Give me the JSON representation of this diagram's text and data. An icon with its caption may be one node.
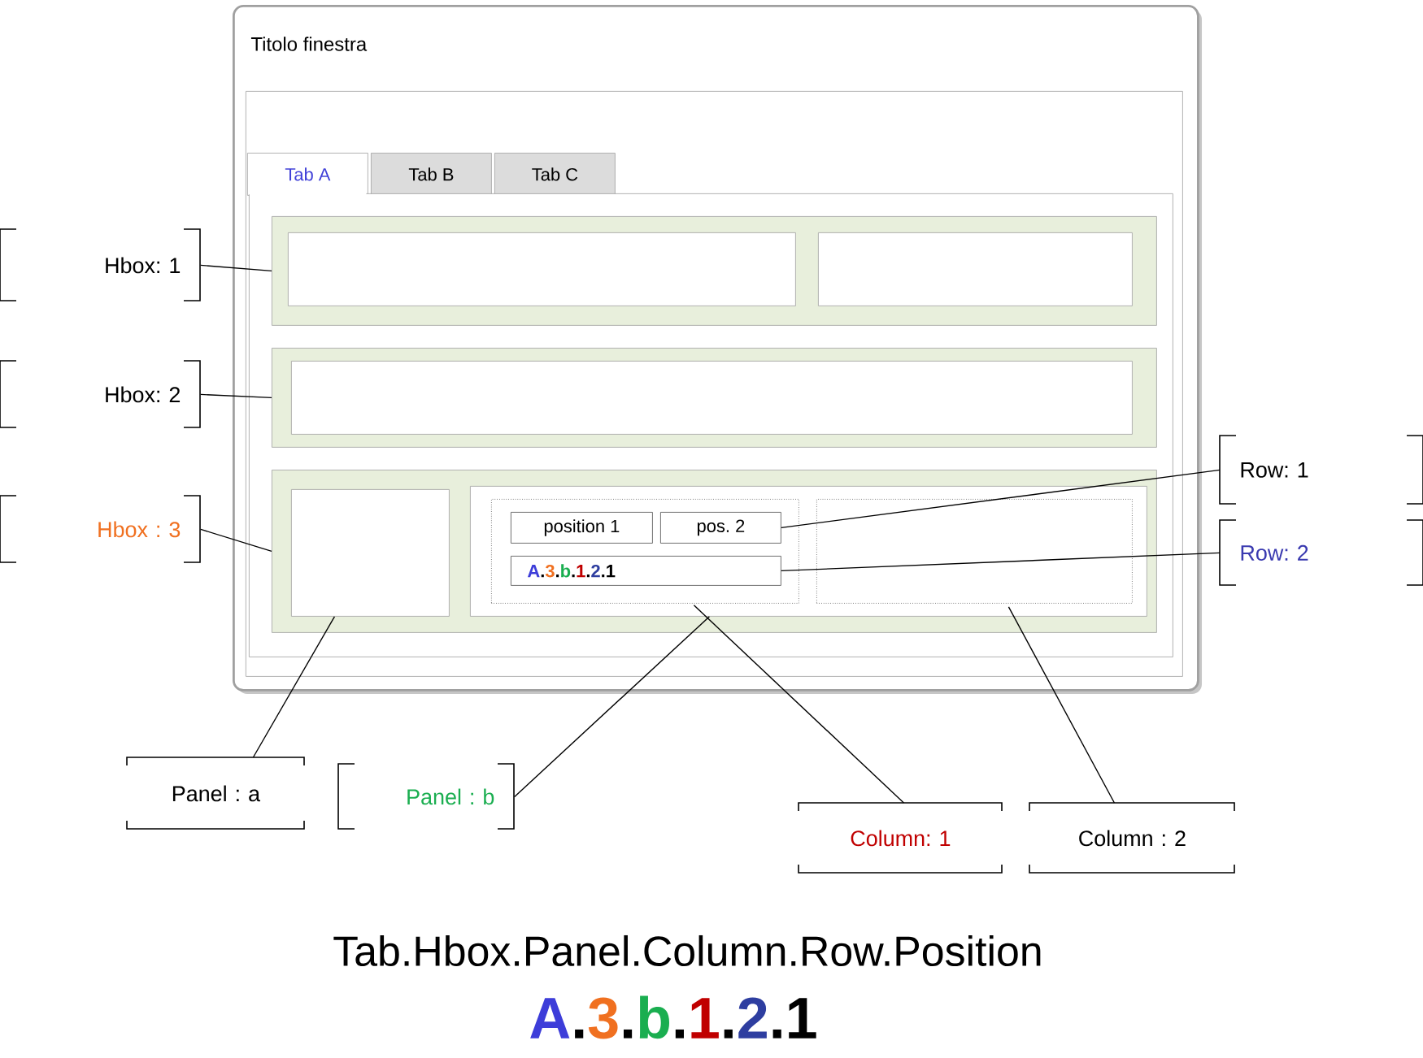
{
  "diagram": {
    "nodes": [
      {
        "text": [
          "Titolo finestra"
        ]
      },
      {
        "text": [],
        "shape": "box",
        "in": 0
      },
      {
        "text": [
          "Tab A"
        ],
        "in": 1
      },
      {
        "text": [
          "Tab B"
        ],
        "in": 1
      },
      {
        "text": [
          "Tab C"
        ],
        "in": 1
      },
      {
        "text": [],
        "shape": "box",
        "in": 1
      },
      {
        "text": [],
        "shape": "box",
        "in": 5
      },
      {
        "text": [],
        "shape": "box",
        "in": 6
      },
      {
        "text": [],
        "shape": "box",
        "in": 6
      },
      {
        "text": [],
        "shape": "box",
        "in": 5
      },
      {
        "text": [],
        "shape": "box",
        "in": 9
      },
      {
        "text": [],
        "shape": "box",
        "in": 5
      },
      {
        "text": [],
        "shape": "box",
        "in": 11
      },
      {
        "text": [],
        "shape": "box",
        "in": 11
      },
      {
        "text": [],
        "shape": "box",
        "in": 13
      },
      {
        "text": [],
        "shape": "box",
        "in": 13
      },
      {
        "text": [
          "position 1"
        ],
        "in": 14
      },
      {
        "text": [
          "pos. 2"
        ],
        "in": 14
      },
      {
        "text": [
          "A.3.b.1.2.1"
        ],
        "in": 14
      },
      {
        "text": [
          "Hbox: 1"
        ]
      },
      {
        "text": [
          "Hbox: 2"
        ]
      },
      {
        "text": [
          "Row: 1"
        ]
      },
      {
        "text": [
          "Row: 2"
        ]
      },
      {
        "text": [
          "Hbox : 3"
        ]
      },
      {
        "text": [
          "Panel : a"
        ]
      },
      {
        "text": [
          "Panel : b"
        ]
      },
      {
        "text": [
          "Column: 1"
        ]
      },
      {
        "text": [
          "Column : 2"
        ]
      }
    ],
    "edges": [
      {
        "from": 19,
        "to": 6,
        "arrow": "none"
      },
      {
        "from": 20,
        "to": 9,
        "arrow": "none"
      },
      {
        "from": 21,
        "to": 17,
        "arrow": "none"
      },
      {
        "from": 22,
        "to": 18,
        "arrow": "none"
      },
      {
        "from": 23,
        "to": 11,
        "arrow": "none"
      },
      {
        "from": 24,
        "to": 12,
        "arrow": "none"
      },
      {
        "from": 25,
        "to": 13,
        "arrow": "none"
      },
      {
        "from": 26,
        "to": 14,
        "arrow": "none"
      },
      {
        "from": 27,
        "to": 15,
        "arrow": "none"
      }
    ],
    "labels": [
      "Tab.Hbox.Panel.Column.Row.Position",
      "A.3.b.1.2.1"
    ]
  }
}
